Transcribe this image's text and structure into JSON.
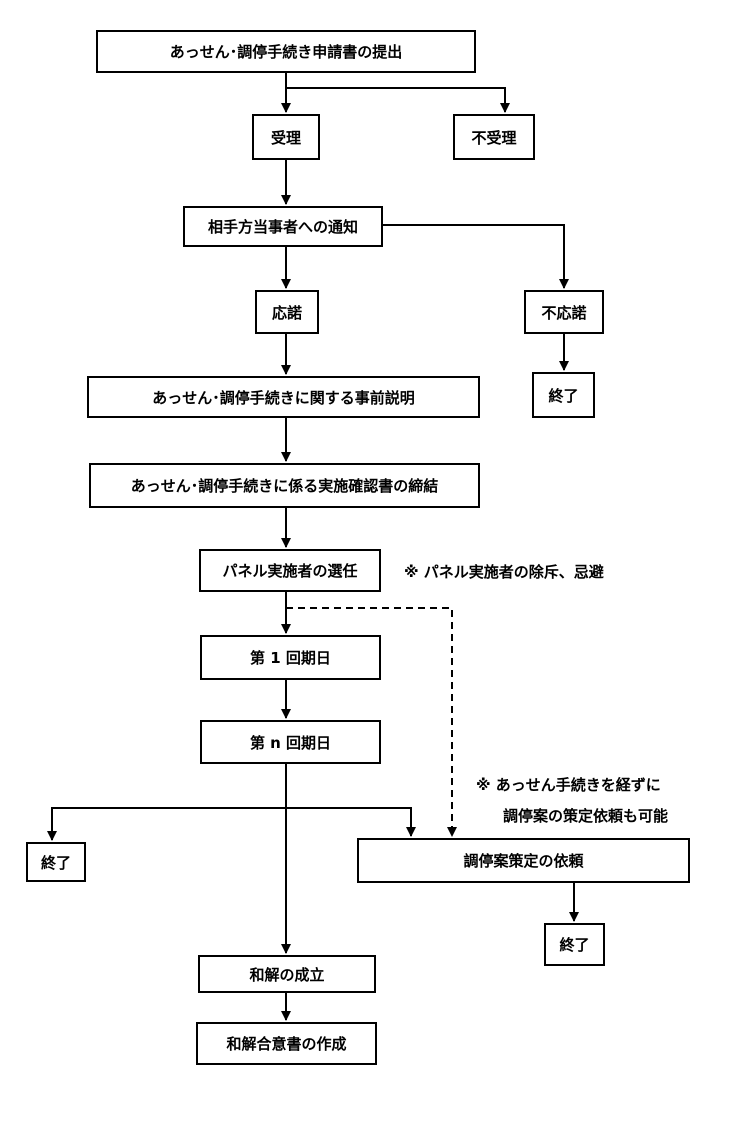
{
  "boxes": {
    "submit": "あっせん･調停手続き申請書の提出",
    "accepted": "受理",
    "not_accepted": "不受理",
    "notify": "相手方当事者への通知",
    "consent": "応諾",
    "no_consent": "不応諾",
    "end_1": "終了",
    "explanation": "あっせん･調停手続きに関する事前説明",
    "agreement": "あっせん･調停手続きに係る実施確認書の締結",
    "panel": "パネル実施者の選任",
    "date_1": "第 1 回期日",
    "date_n": "第 n 回期日",
    "end_2": "終了",
    "mediation_request": "調停案策定の依頼",
    "end_3": "終了",
    "settlement": "和解の成立",
    "settlement_doc": "和解合意書の作成"
  },
  "notes": {
    "panel_note": "※  パネル実施者の除斥、忌避",
    "skip_note_line1": "※  あっせん手続きを経ずに",
    "skip_note_line2": "調停案の策定依頼も可能"
  }
}
